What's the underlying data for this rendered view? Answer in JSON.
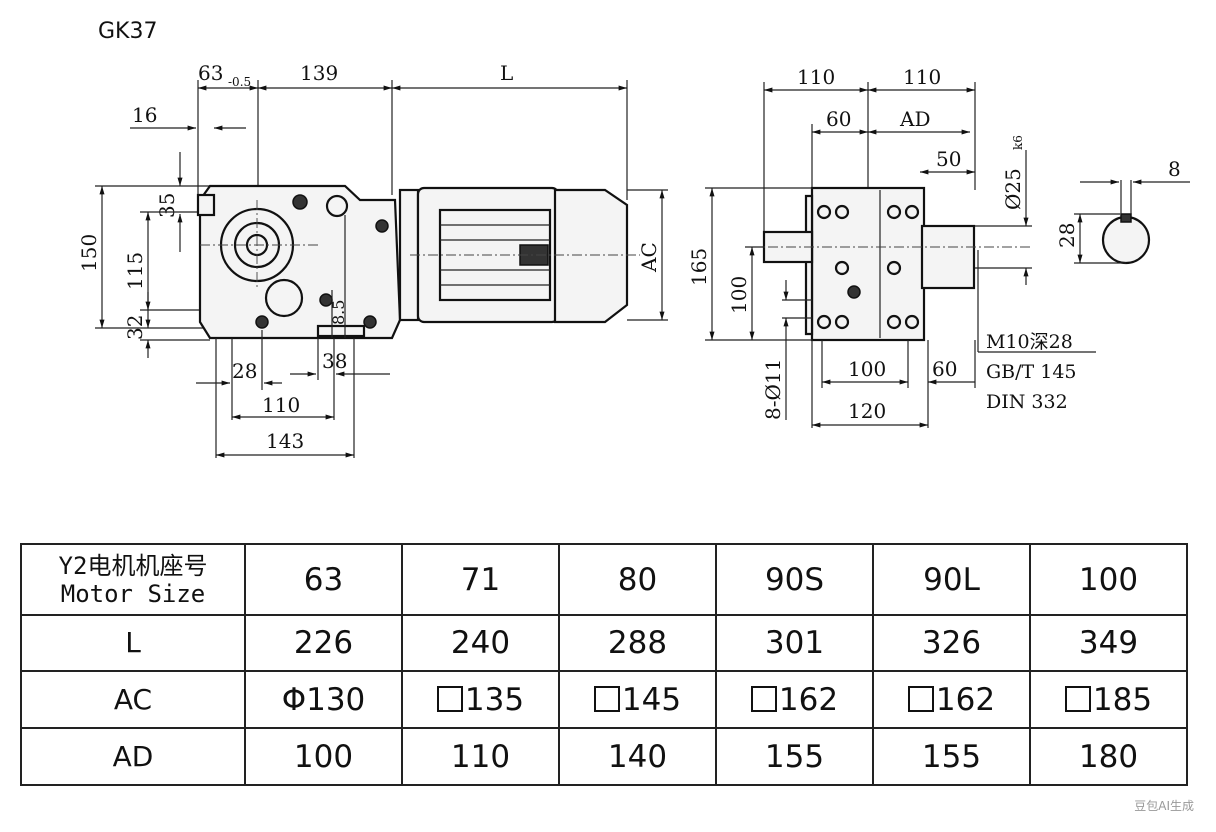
{
  "title": "GK37",
  "dimensions": {
    "d63": "63",
    "d63_tol": "-0.5",
    "d139": "139",
    "dL": "L",
    "d16": "16",
    "d35": "35",
    "d150": "150",
    "d115": "115",
    "d32": "32",
    "d8_5": "8.5",
    "d28": "28",
    "d38": "38",
    "d110_bottom": "110",
    "d143": "143",
    "dAC": "AC",
    "d110_left": "110",
    "d110_right": "110",
    "d60_top": "60",
    "dAD": "AD",
    "d50": "50",
    "d25": "Ø25",
    "d25_tol": "k6",
    "d165": "165",
    "d100_v": "100",
    "d8_11": "8-Ø11",
    "d100_h": "100",
    "d60_bottom": "60",
    "d120": "120",
    "d8_key": "8",
    "d28_key": "28"
  },
  "notes": {
    "line1": "M10深28",
    "line2": "GB/T 145",
    "line3": "DIN 332"
  },
  "table": {
    "header_label_cn": "Y2电机机座号",
    "header_label_en": "Motor Size",
    "row_labels": [
      "L",
      "AC",
      "AD"
    ],
    "columns": [
      {
        "size": "63",
        "L": "226",
        "AC_symbol": "phi",
        "AC": "130",
        "AD": "100"
      },
      {
        "size": "71",
        "L": "240",
        "AC_symbol": "square",
        "AC": "135",
        "AD": "110"
      },
      {
        "size": "80",
        "L": "288",
        "AC_symbol": "square",
        "AC": "145",
        "AD": "140"
      },
      {
        "size": "90S",
        "L": "301",
        "AC_symbol": "square",
        "AC": "162",
        "AD": "155"
      },
      {
        "size": "90L",
        "L": "326",
        "AC_symbol": "square",
        "AC": "162",
        "AD": "155"
      },
      {
        "size": "100",
        "L": "349",
        "AC_symbol": "square",
        "AC": "185",
        "AD": "180"
      }
    ]
  },
  "watermark": "豆包AI生成",
  "icons": {
    "phi_glyph": "Φ",
    "square_glyph": "square-symbol"
  }
}
